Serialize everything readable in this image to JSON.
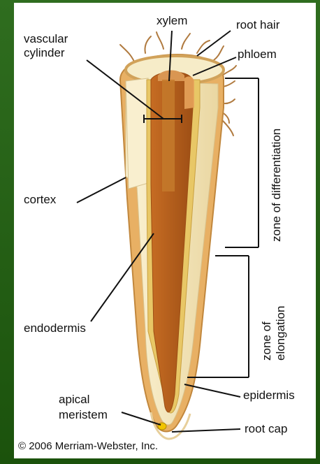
{
  "labels": {
    "xylem": "xylem",
    "root_hair": "root hair",
    "phloem": "phloem",
    "vascular_line1": "vascular",
    "vascular_line2": "cylinder",
    "cortex": "cortex",
    "endodermis": "endodermis",
    "apical_line1": "apical",
    "apical_line2": "meristem",
    "epidermis": "epidermis",
    "root_cap": "root cap",
    "zone_differentiation": "zone of differentiation",
    "zone_elongation_line1": "zone of",
    "zone_elongation_line2": "elongation"
  },
  "copyright": "© 2006 Merriam-Webster, Inc.",
  "colors": {
    "frame": "#1f5e12",
    "epidermis": "#d79a45",
    "cortex": "#f3e7bf",
    "endodermis": "#e5c15f",
    "vascular": "#b85f1d",
    "xylem": "#c47a2b",
    "apical": "#f1c400",
    "line": "#111111"
  }
}
